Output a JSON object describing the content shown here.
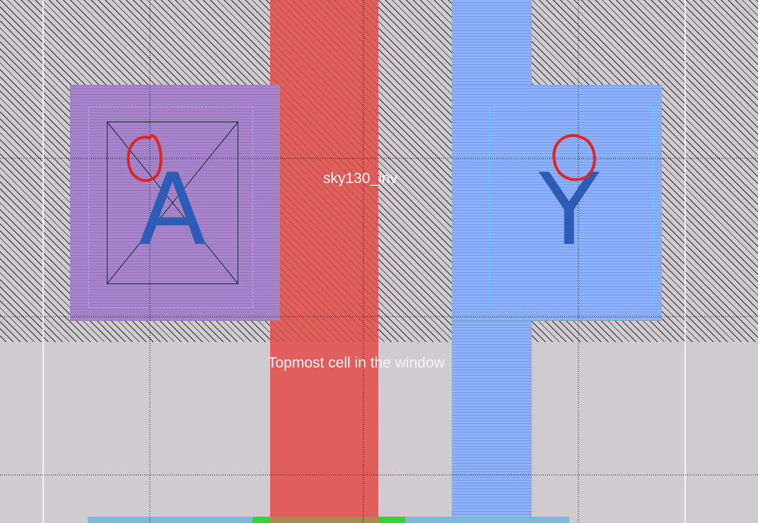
{
  "layout_view": {
    "cell_name_label": "sky130_inv",
    "window_label": "Topmost cell in the window",
    "pins": [
      {
        "name": "A"
      },
      {
        "name": "Y"
      }
    ]
  },
  "colors": {
    "background": "#cfcbcf",
    "poly": "#e05e5c",
    "metal_pin_y": "#8fb1f5",
    "metal_pin_a": "#a586c9",
    "pin_label": "#2c5cb5",
    "annotation_circle": "#e02424",
    "cyan_outline": "#38e6ff",
    "diffusion_green": "#3ccf3c"
  },
  "icons": [
    "annotation-circle",
    "contact-cross"
  ]
}
